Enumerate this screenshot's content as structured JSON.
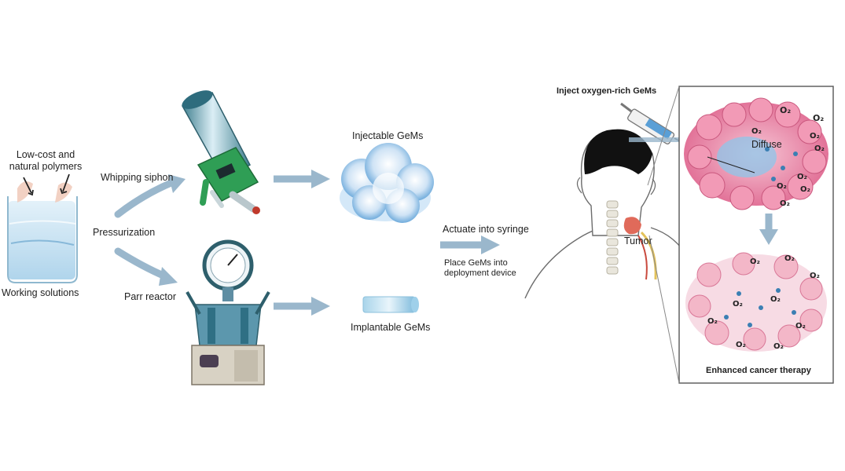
{
  "labels": {
    "polymers_line1": "Low-cost and",
    "polymers_line2": "natural polymers",
    "working_solutions": "Working solutions",
    "pressurization": "Pressurization",
    "whipping_siphon": "Whipping siphon",
    "parr_reactor": "Parr reactor",
    "injectable_gems": "Injectable GeMs",
    "implantable_gems": "Implantable GeMs",
    "actuate_syringe": "Actuate into syringe",
    "place_line1": "Place GeMs into",
    "place_line2": "deployment device",
    "inject_oxygen": "Inject oxygen-rich GeMs",
    "tumor": "Tumor",
    "diffuse": "Diffuse",
    "enhanced": "Enhanced cancer therapy",
    "o2": "O₂"
  },
  "colors": {
    "arrow": "#9ab7cc",
    "gel": "#5a9fd6",
    "cell": "#e98aa8",
    "cell_dark": "#d2567f",
    "siphon_green": "#2f9e55",
    "metal": "#6fa0b8",
    "panel_border": "#555555"
  }
}
